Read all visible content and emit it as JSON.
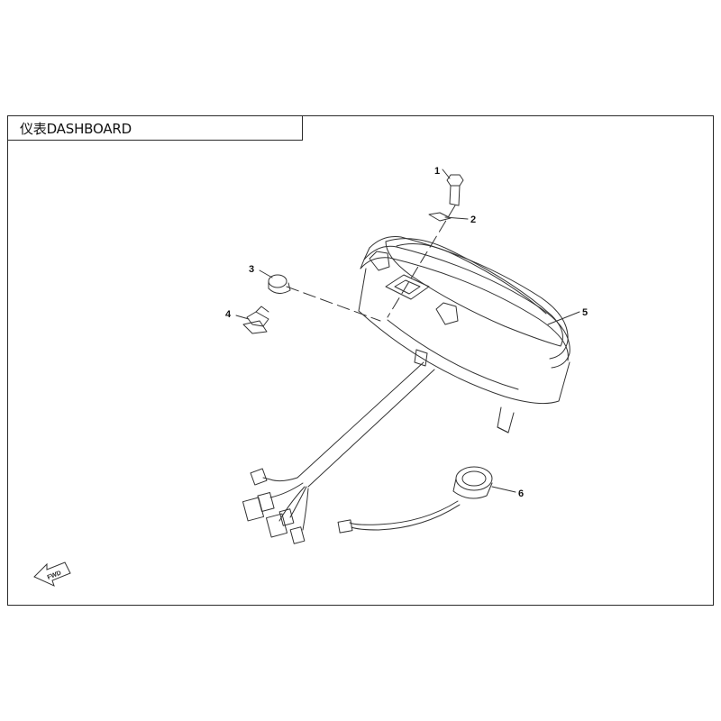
{
  "title": "仪表DASHBOARD",
  "callouts": [
    {
      "number": "1"
    },
    {
      "number": "2"
    },
    {
      "number": "3"
    },
    {
      "number": "4"
    },
    {
      "number": "5"
    },
    {
      "number": "6"
    }
  ],
  "fwd_label": "FWD",
  "line_color": "#333333"
}
